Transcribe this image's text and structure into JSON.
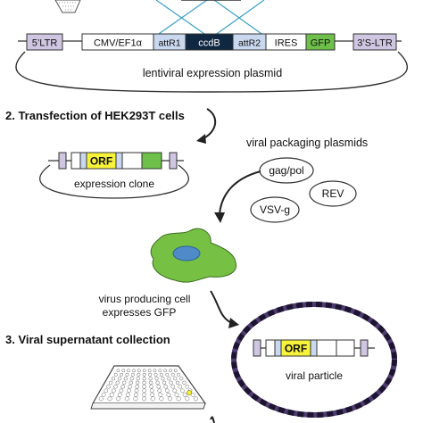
{
  "plasmid": {
    "segments": {
      "ltr5": "5’LTR",
      "cmv": "CMV/EF1α",
      "attr1": "attR1",
      "ccdb": "ccdB",
      "attr2": "attR2",
      "ires": "IRES",
      "gfp": "GFP",
      "ltr3": "3’S-LTR"
    },
    "label": "lentiviral expression plasmid"
  },
  "step2": {
    "title": "2. Transfection of HEK293T cells",
    "orf": "ORF",
    "expression_clone": "expression clone",
    "packaging_title": "viral packaging plasmids",
    "gag_pol": "gag/pol",
    "rev": "REV",
    "vsvg": "VSV-g",
    "cell_caption_1": "virus producing cell",
    "cell_caption_2": "expresses GFP"
  },
  "step3": {
    "title": "3. Viral supernatant collection",
    "orf": "ORF",
    "particle_label": "viral particle"
  },
  "colors": {
    "ltr": "#cfc6e2",
    "attr": "#c9d8ef",
    "ccdb": "#0f2740",
    "orf": "#f7f33a",
    "gfp": "#6ec04a",
    "cell": "#76c043",
    "nucleus": "#4f8ac9",
    "particle_ring": "#4e3b6e",
    "cross_lines": "#3aa0c8"
  }
}
